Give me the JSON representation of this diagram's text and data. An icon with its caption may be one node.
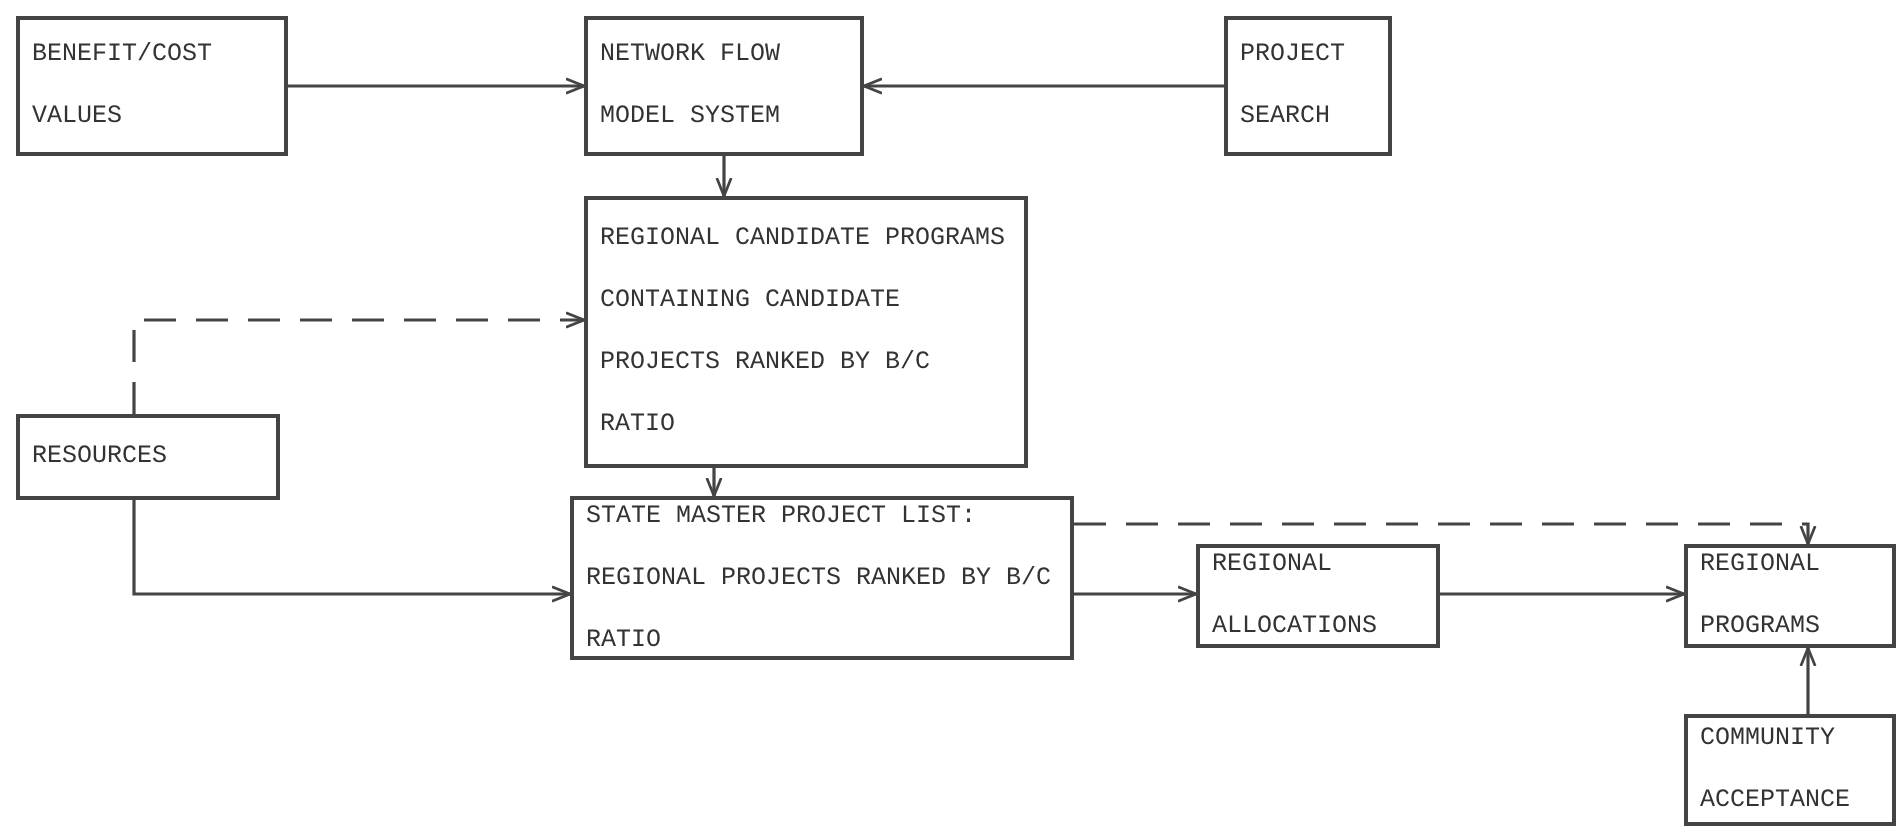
{
  "diagram": {
    "nodes": [
      {
        "text": [
          "BENEFIT/COST VALUES"
        ]
      },
      {
        "text": [
          "NETWORK FLOW MODEL SYSTEM"
        ]
      },
      {
        "text": [
          "PROJECT SEARCH"
        ]
      },
      {
        "text": [
          "REGIONAL CANDIDATE PROGRAMS CONTAINING CANDIDATE PROJECTS RANKED BY B/C RATIO"
        ]
      },
      {
        "text": [
          "RESOURCES"
        ]
      },
      {
        "text": [
          "STATE MASTER PROJECT LIST: REGIONAL PROJECTS RANKED BY B/C RATIO"
        ]
      },
      {
        "text": [
          "REGIONAL ALLOCATIONS"
        ]
      },
      {
        "text": [
          "REGIONAL PROGRAMS"
        ]
      },
      {
        "text": [
          "COMMUNITY ACCEPTANCE"
        ]
      }
    ],
    "edges": [
      {
        "from": 0,
        "to": 1,
        "arrow": "to"
      },
      {
        "from": 2,
        "to": 1,
        "arrow": "to"
      },
      {
        "from": 1,
        "to": 3,
        "arrow": "to"
      },
      {
        "from": 4,
        "to": 3,
        "arrow": "to",
        "style": "dashed"
      },
      {
        "from": 3,
        "to": 5,
        "arrow": "to"
      },
      {
        "from": 4,
        "to": 5,
        "arrow": "to"
      },
      {
        "from": 5,
        "to": 7,
        "arrow": "to",
        "style": "dashed"
      },
      {
        "from": 5,
        "to": 6,
        "arrow": "to"
      },
      {
        "from": 6,
        "to": 7,
        "arrow": "to"
      },
      {
        "from": 8,
        "to": 7,
        "arrow": "to"
      }
    ]
  }
}
